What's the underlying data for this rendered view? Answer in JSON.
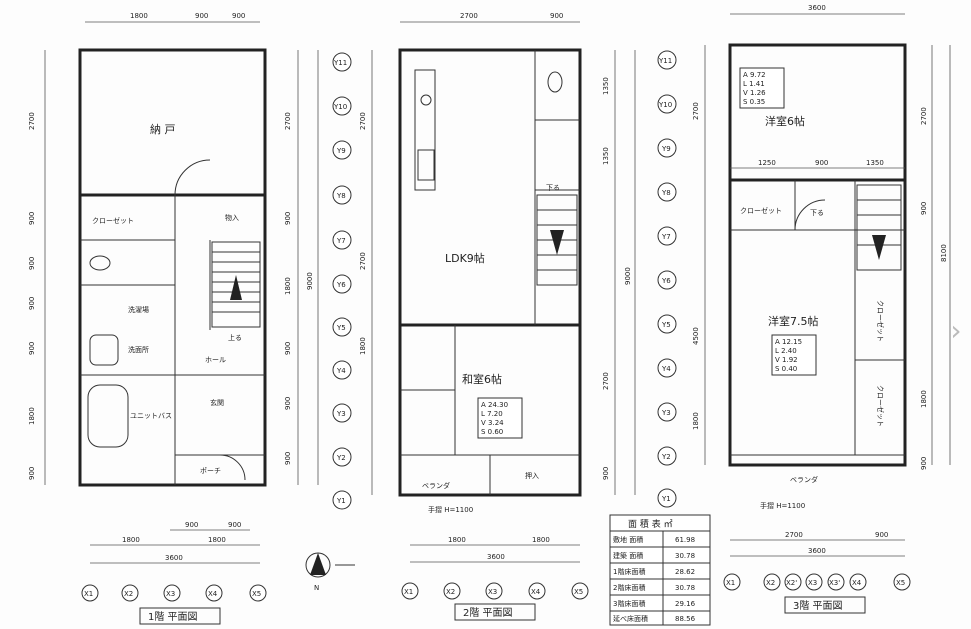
{
  "floors": [
    {
      "title": "1階 平面図",
      "top_dims": [
        "1800",
        "900",
        "900"
      ],
      "rooms": [
        "納 戸",
        "クローゼット",
        "物入",
        "洗濯場",
        "洗面所",
        "ホール",
        "玄関",
        "ユニットバス",
        "ポーチ",
        "上る"
      ],
      "bottom_dims_row1": [
        "900",
        "900"
      ],
      "bottom_dims_row2": [
        "1800",
        "1800"
      ],
      "total": "3600",
      "left_dims": [
        "2700",
        "900",
        "900",
        "900",
        "900",
        "1800",
        "900"
      ],
      "right_dims": [
        "2700",
        "900",
        "1800",
        "900",
        "900",
        "900"
      ],
      "right_total": "9000",
      "x_axes": [
        "X1",
        "X2",
        "X3",
        "X4",
        "X5"
      ]
    },
    {
      "title": "2階 平面図",
      "top_dims": [
        "2700",
        "900"
      ],
      "rooms": [
        "LDK9帖",
        "和室6帖",
        "ベランダ",
        "押入",
        "下る"
      ],
      "area_box": [
        "A 24.30",
        "L 7.20",
        "V 3.24",
        "S 0.60"
      ],
      "left_dims": [
        "2700",
        "2700",
        "1800"
      ],
      "right_dims": [
        "1350",
        "1350",
        "9000",
        "2700",
        "900"
      ],
      "bottom_dims": [
        "1800",
        "1800"
      ],
      "total": "3600",
      "note": "手摺 H=1100",
      "x_axes": [
        "X1",
        "X2",
        "X3",
        "X4",
        "X5"
      ]
    },
    {
      "title": "3階 平面図",
      "top_dims": [
        "3600"
      ],
      "rooms": [
        "洋室6帖",
        "洋室7.5帖",
        "クローゼット",
        "クローゼット",
        "クローゼット",
        "ベランダ",
        "下る"
      ],
      "area_box_1": [
        "A 9.72",
        "L 1.41",
        "V 1.26",
        "S 0.35"
      ],
      "area_box_2": [
        "A 12.15",
        "L 2.40",
        "V 1.92",
        "S 0.40"
      ],
      "inner_dims": [
        "1250",
        "900",
        "1350"
      ],
      "left_dims": [
        "2700",
        "4500",
        "1800"
      ],
      "right_dims": [
        "2700",
        "900",
        "8100",
        "1800",
        "900"
      ],
      "bottom_dims": [
        "2700",
        "900"
      ],
      "total": "3600",
      "note": "手摺 H=1100",
      "x_axes": [
        "X1",
        "X2",
        "X2'",
        "X3",
        "X3'",
        "X4",
        "X5"
      ]
    }
  ],
  "y_axes": [
    "Y11",
    "Y10",
    "Y9",
    "Y8",
    "Y7",
    "Y6",
    "Y5",
    "Y4",
    "Y3",
    "Y2",
    "Y1"
  ],
  "area_table": {
    "title": "面 積 表  ㎡",
    "rows": [
      {
        "label": "敷地 面積",
        "value": "61.98"
      },
      {
        "label": "建築 面積",
        "value": "30.78"
      },
      {
        "label": "1階床面積",
        "value": "28.62"
      },
      {
        "label": "2階床面積",
        "value": "30.78"
      },
      {
        "label": "3階床面積",
        "value": "29.16"
      },
      {
        "label": "延べ床面積",
        "value": "88.56"
      }
    ]
  },
  "north_mark": "N",
  "next_icon": "chevron-right-icon"
}
